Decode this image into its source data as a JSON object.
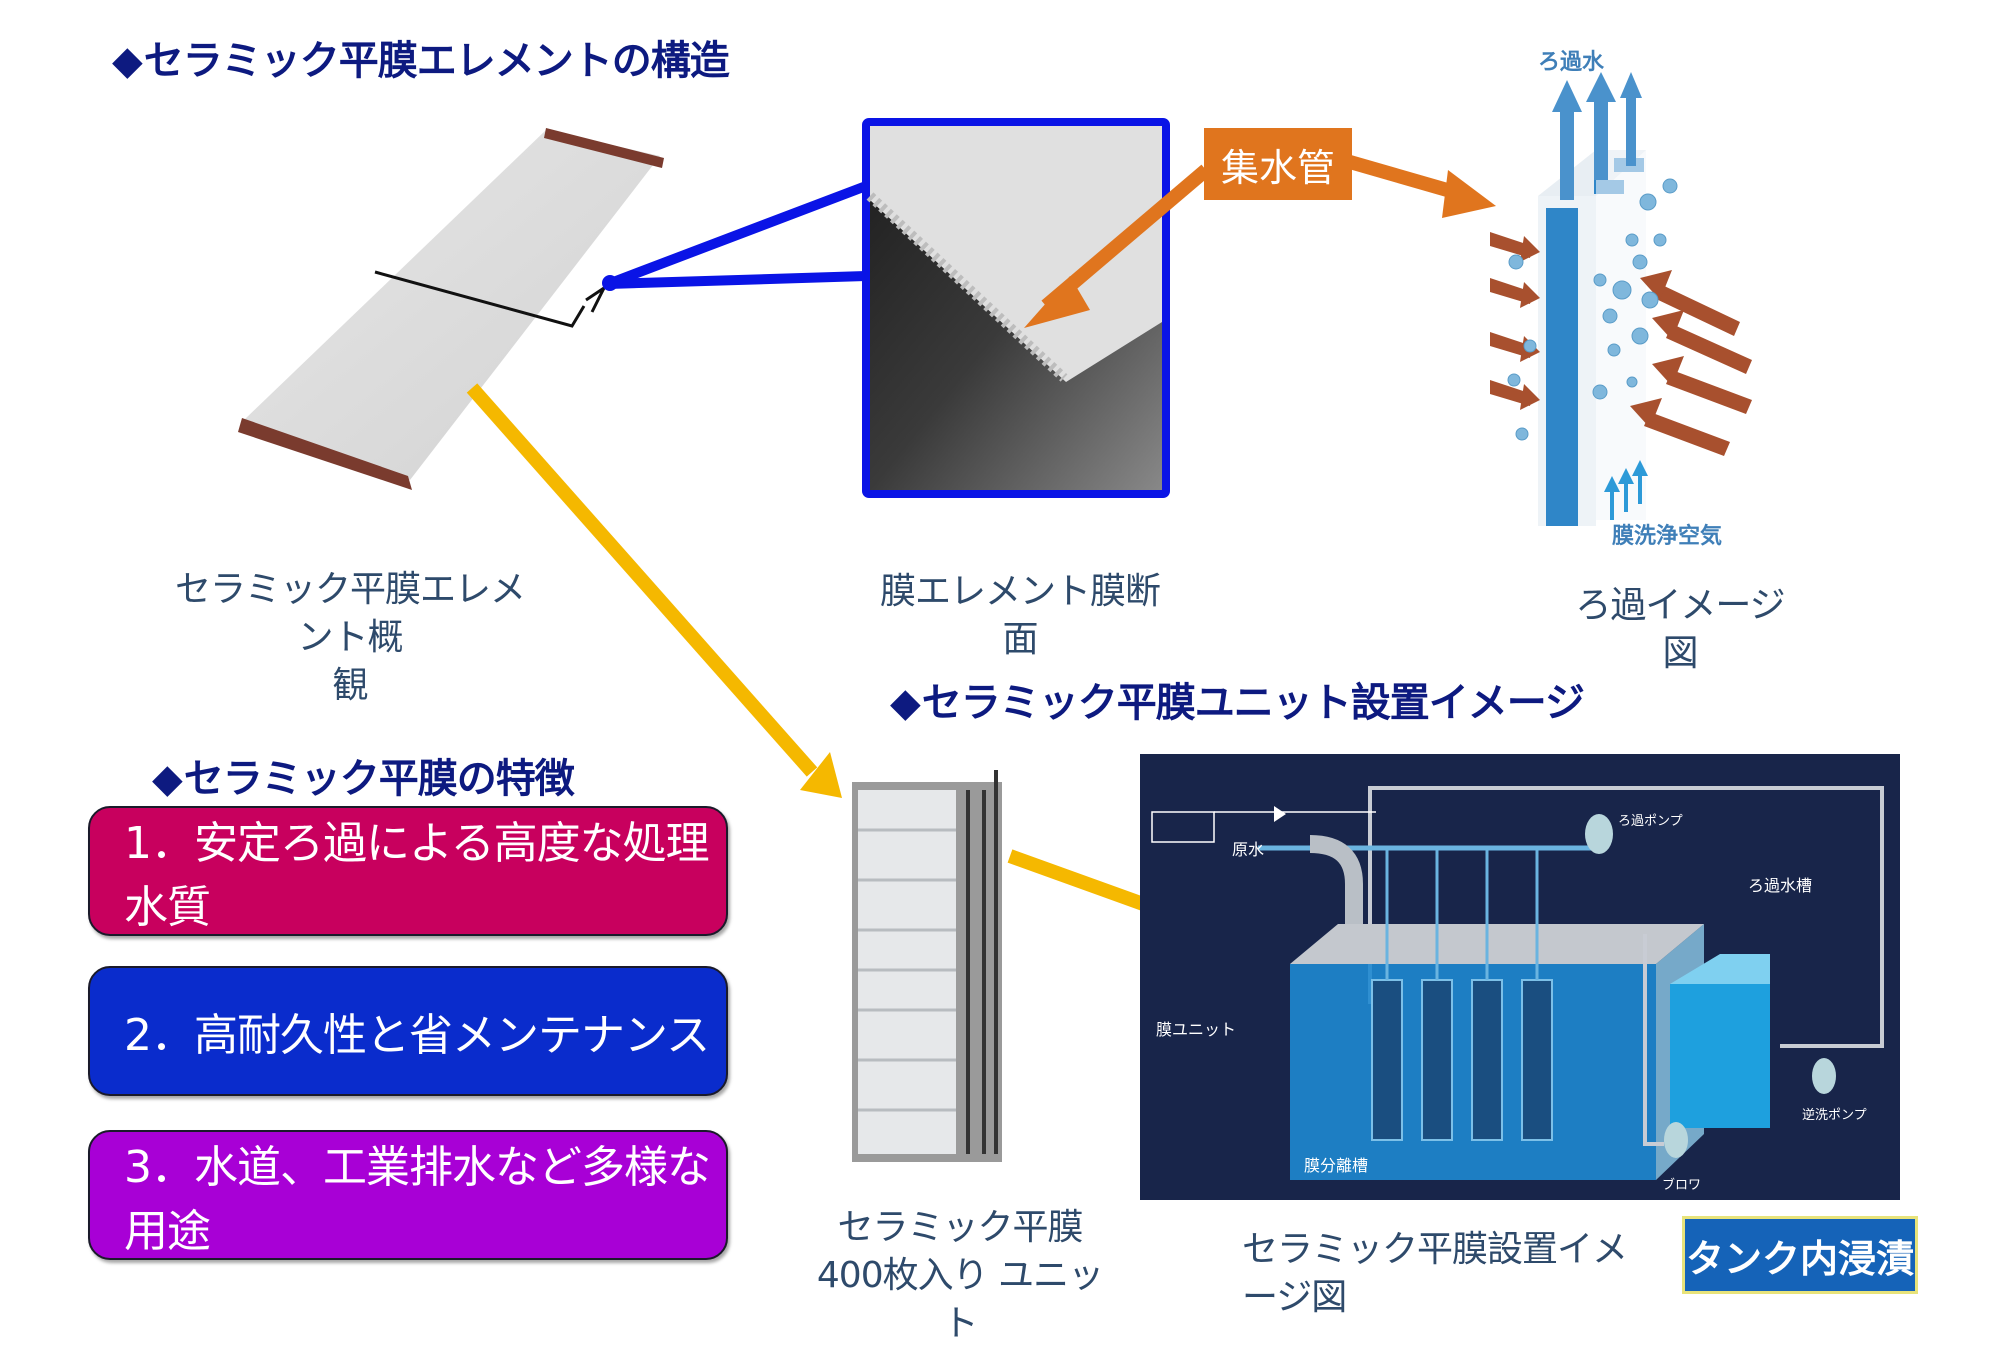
{
  "headings": {
    "structure": "セラミック平膜エレメントの構造",
    "features": "セラミック平膜の特徴",
    "installation": "セラミック平膜ユニット設置イメージ",
    "bullet": "◆"
  },
  "captions": {
    "element_overview_line1": "セラミック平膜エレメント概",
    "element_overview_line2": "観",
    "cross_section_line1": "膜エレメント膜断",
    "cross_section_line2": "面",
    "filtration_image": "ろ過イメージ図",
    "unit_line1": "セラミック平膜",
    "unit_line2": "400枚入り ユニット",
    "installation_image": "セラミック平膜設置イメージ図"
  },
  "labels": {
    "collector_pipe": "集水管",
    "filtered_water": "ろ過水",
    "cleaning_air": "膜洗浄空気",
    "tank_immersion": "タンク内浸漬"
  },
  "tank_diagram": {
    "raw_water": "原水",
    "filtration_pump": "ろ過ポンプ",
    "filtered_water_tank": "ろ過水槽",
    "membrane_unit": "膜ユニット",
    "separation_tank": "膜分離槽",
    "blower": "ブロワ",
    "backwash_pump": "逆洗ポンプ"
  },
  "features": [
    {
      "label": "1．安定ろ過による高度な処理水質",
      "color": "#c8005e"
    },
    {
      "label": "2．高耐久性と省メンテナンス",
      "color": "#0a2ccc"
    },
    {
      "label": "3．水道、工業排水など多様な用途",
      "color": "#a800d6"
    }
  ],
  "colors": {
    "heading": "#0d1a80",
    "connector_blue": "#0a14e6",
    "connector_yellow": "#f5b800",
    "connector_orange": "#e0751e",
    "badge": "#1563b8",
    "panel": "#18254a"
  }
}
